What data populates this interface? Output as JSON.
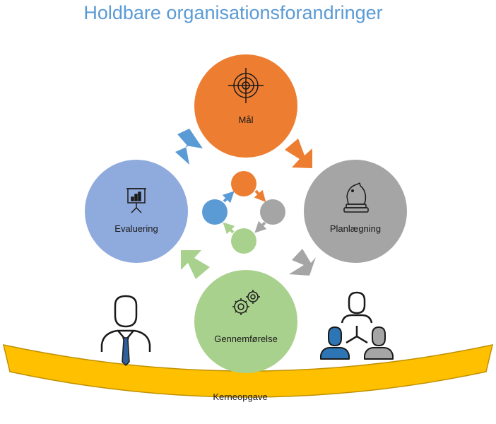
{
  "title": "Holdbare organisationsforandringer",
  "colors": {
    "orange": "#ed7d31",
    "gray": "#a5a5a5",
    "green": "#a9d18e",
    "blue": "#8faadc",
    "arrow_blue": "#5b9bd5",
    "yellow": "#ffc000",
    "yellow_border": "#bf9000",
    "ink": "#1a1a1a"
  },
  "stages": [
    {
      "label": "Mål",
      "icon": "target-icon"
    },
    {
      "label": "Planlægning",
      "icon": "chess-knight-icon"
    },
    {
      "label": "Gennemførelse",
      "icon": "gears-icon"
    },
    {
      "label": "Evaluering",
      "icon": "presentation-chart-icon"
    }
  ],
  "base": {
    "label": "Kerneopgave"
  },
  "figures": [
    "businessman-icon",
    "team-hierarchy-icon"
  ]
}
